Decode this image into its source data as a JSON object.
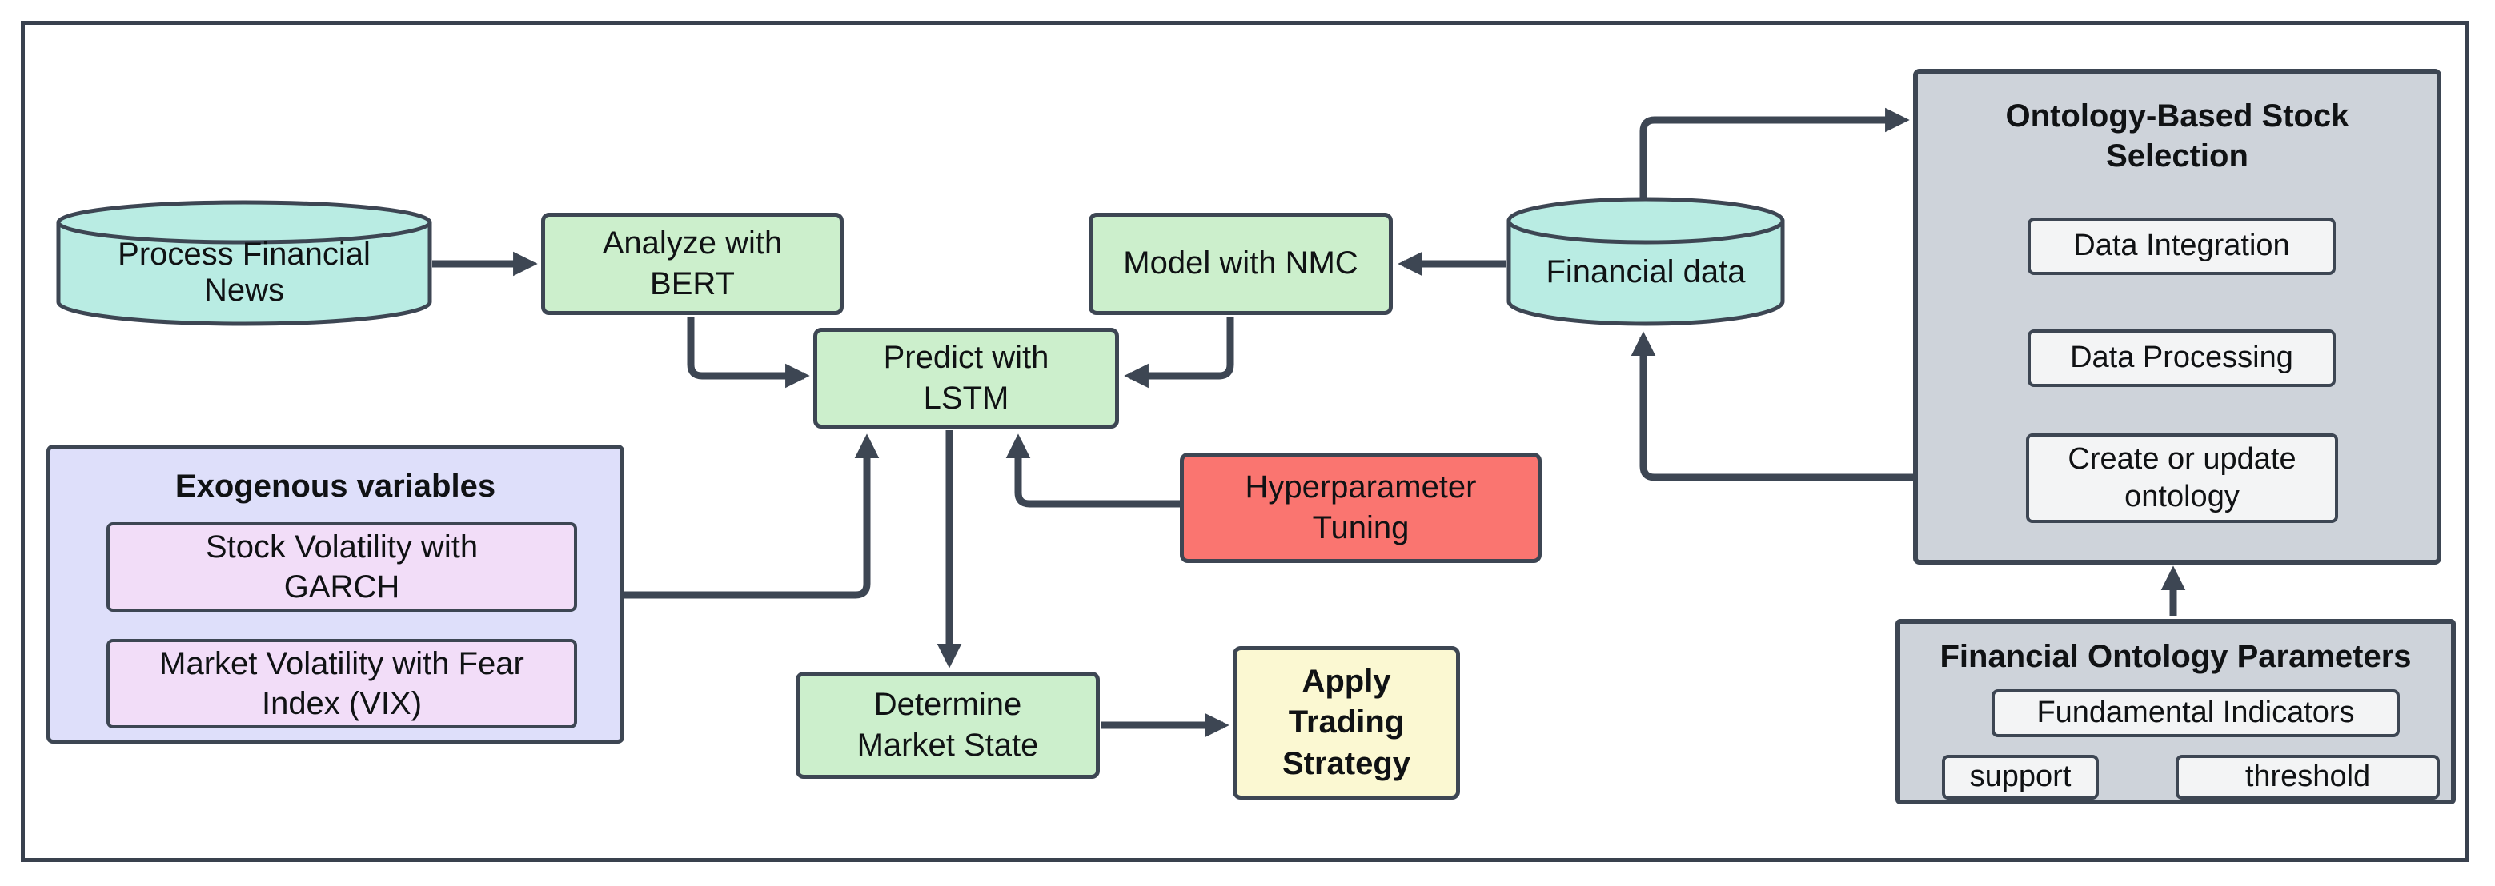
{
  "colors": {
    "stroke": "#3d4653",
    "frame": "#39414e",
    "green": "#ccefcc",
    "cyan": "#b9ece3",
    "red": "#fa7570",
    "yellow": "#fbf8d2",
    "lavender": "#dedffa",
    "pink": "#f2ddf8",
    "gray": "#ced3da",
    "light_box": "#f3f4f5"
  },
  "nodes": {
    "process_financial_news": {
      "shape": "cylinder",
      "label": "Process Financial\nNews"
    },
    "analyze_with_bert": {
      "shape": "box",
      "label": "Analyze with\nBERT"
    },
    "model_with_nmc": {
      "shape": "box",
      "label": "Model with NMC"
    },
    "predict_with_lstm": {
      "shape": "box",
      "label": "Predict with\nLSTM"
    },
    "financial_data": {
      "shape": "cylinder",
      "label": "Financial data"
    },
    "hyperparameter_tuning": {
      "shape": "box",
      "label": "Hyperparameter\nTuning"
    },
    "determine_market_state": {
      "shape": "box",
      "label": "Determine\nMarket State"
    },
    "apply_trading_strategy": {
      "shape": "box",
      "label": "Apply\nTrading\nStrategy"
    }
  },
  "groups": {
    "exogenous_variables": {
      "title": "Exogenous variables",
      "items": [
        {
          "label": "Stock Volatility with\nGARCH"
        },
        {
          "label": "Market Volatility with Fear\nIndex (VIX)"
        }
      ]
    },
    "ontology_based_stock_selection": {
      "title": "Ontology-Based Stock\nSelection",
      "items": [
        {
          "label": "Data Integration"
        },
        {
          "label": "Data Processing"
        },
        {
          "label": "Create or update\nontology"
        }
      ]
    },
    "financial_ontology_parameters": {
      "title": "Financial Ontology Parameters",
      "items": [
        {
          "label": "Fundamental Indicators"
        },
        {
          "label": "support"
        },
        {
          "label": "threshold"
        }
      ]
    }
  }
}
